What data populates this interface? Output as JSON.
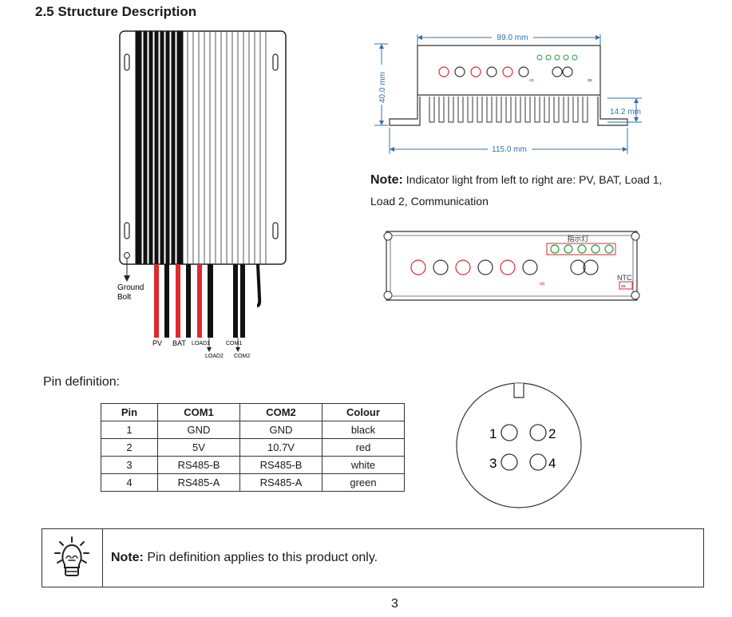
{
  "section": {
    "title": "2.5 Structure Description"
  },
  "device": {
    "ground_label_1": "Ground",
    "ground_label_2": "Bolt",
    "wire_labels": [
      "PV",
      "BAT",
      "LOAD1",
      "LOAD2",
      "COM1",
      "COM2"
    ]
  },
  "dimensions": {
    "top_width": "89.0 mm",
    "height": "40.0 mm",
    "fin_height": "14.2 mm",
    "total_width": "115.0 mm"
  },
  "note_indicator": {
    "label": "Note:",
    "text": "Indicator light from left to right are: PV, BAT, Load 1, Load 2, Communication"
  },
  "front_panel": {
    "indicator_label": "指示灯",
    "ntc_label": "NTC"
  },
  "pin_definition": {
    "label": "Pin definition:",
    "headers": [
      "Pin",
      "COM1",
      "COM2",
      "Colour"
    ],
    "rows": [
      [
        "1",
        "GND",
        "GND",
        "black"
      ],
      [
        "2",
        "5V",
        "10.7V",
        "red"
      ],
      [
        "3",
        "RS485-B",
        "RS485-B",
        "white"
      ],
      [
        "4",
        "RS485-A",
        "RS485-A",
        "green"
      ]
    ]
  },
  "connector": {
    "pins": [
      "1",
      "2",
      "3",
      "4"
    ]
  },
  "tip": {
    "label": "Note:",
    "text": "Pin definition applies to this product only."
  },
  "page_number": "3"
}
